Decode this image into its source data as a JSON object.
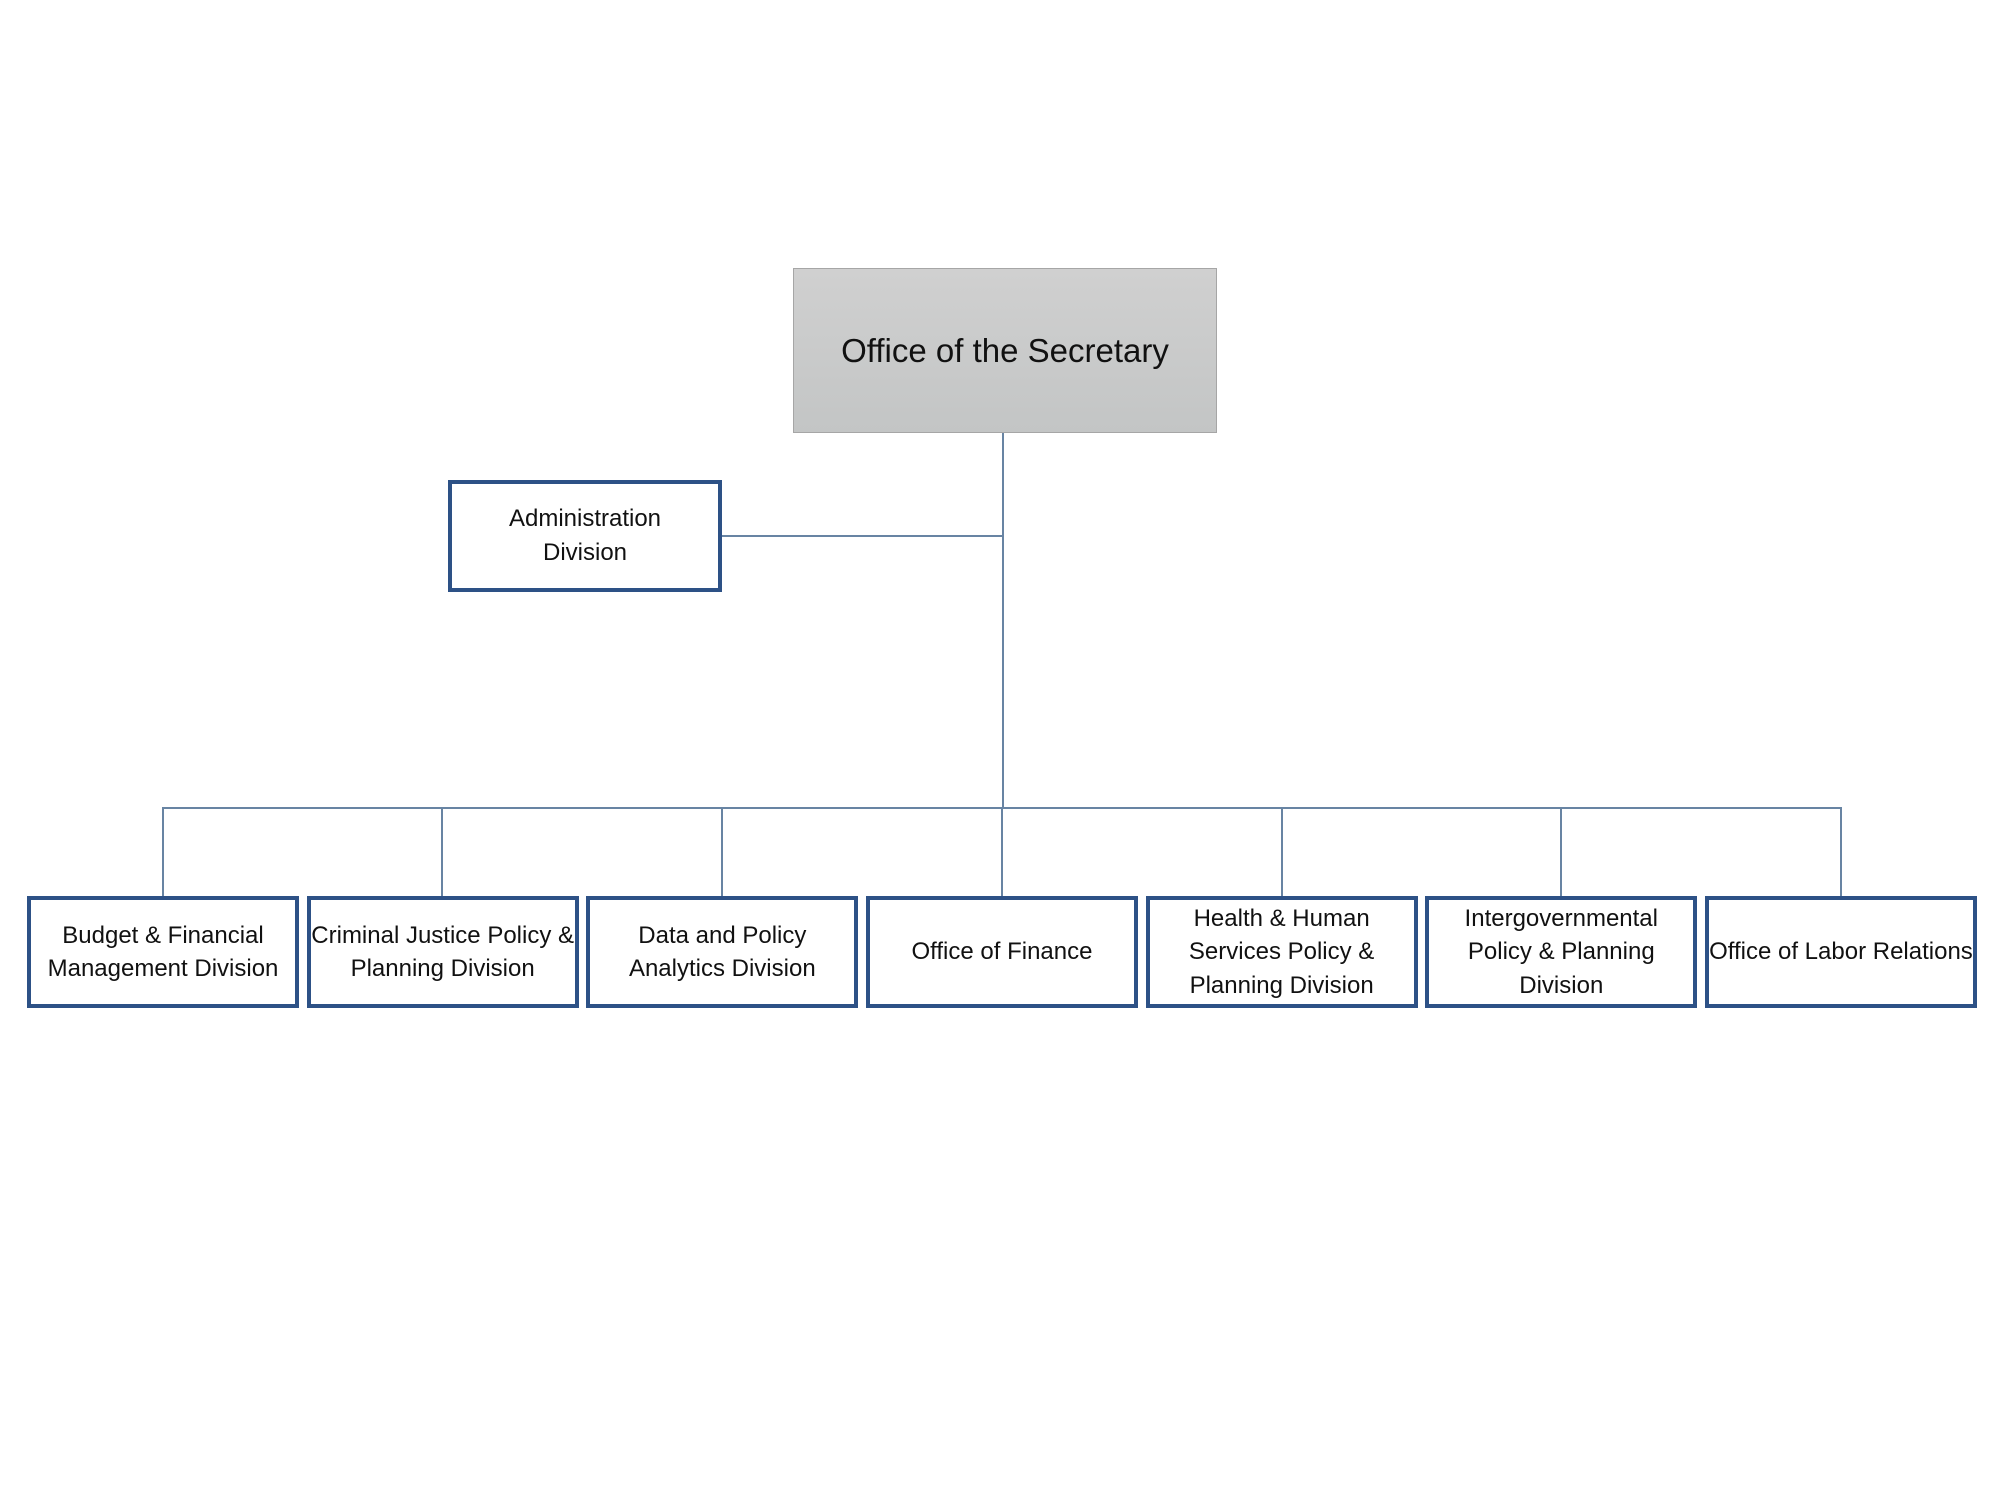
{
  "org_chart": {
    "root": {
      "label": "Office of the Secretary"
    },
    "staff": {
      "label": "Administration\nDivision"
    },
    "children": [
      {
        "label": "Budget & Financial\nManagement\nDivision"
      },
      {
        "label": "Criminal Justice\nPolicy & Planning\nDivision"
      },
      {
        "label": "Data and Policy\nAnalytics Division"
      },
      {
        "label": "Office of Finance"
      },
      {
        "label": "Health & Human\nServices Policy &\nPlanning Division"
      },
      {
        "label": "Intergovernmental\nPolicy & Planning\nDivision"
      },
      {
        "label": "Office of Labor\nRelations"
      }
    ],
    "colors": {
      "root_fill_top": "#d0d0d0",
      "root_fill_bottom": "#c3c5c5",
      "root_border": "#a6a6a6",
      "node_border": "#2d5186",
      "node_fill": "#ffffff",
      "connector": "#6884a3",
      "text": "#111111",
      "background": "#ffffff"
    }
  }
}
